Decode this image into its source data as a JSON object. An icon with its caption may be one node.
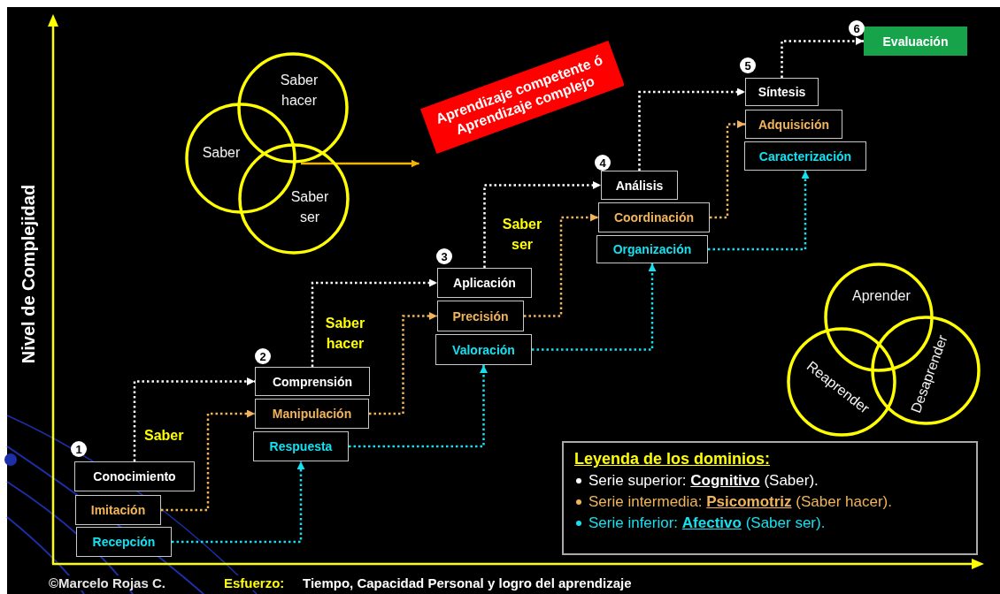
{
  "diagram": {
    "nodes": [
      {
        "text": [
          "Conocimiento"
        ],
        "beside": [
          "1"
        ]
      },
      {
        "text": [
          "Imitación"
        ]
      },
      {
        "text": [
          "Recepción"
        ]
      },
      {
        "text": [
          "Comprensión"
        ],
        "beside": [
          "2"
        ]
      },
      {
        "text": [
          "Manipulación"
        ]
      },
      {
        "text": [
          "Respuesta"
        ]
      },
      {
        "text": [
          "Aplicación"
        ],
        "beside": [
          "3"
        ]
      },
      {
        "text": [
          "Precisión"
        ]
      },
      {
        "text": [
          "Valoración"
        ]
      },
      {
        "text": [
          "Análisis"
        ],
        "beside": [
          "4"
        ]
      },
      {
        "text": [
          "Coordinación"
        ]
      },
      {
        "text": [
          "Organización"
        ]
      },
      {
        "text": [
          "Síntesis"
        ],
        "beside": [
          "5"
        ]
      },
      {
        "text": [
          "Adquisición"
        ]
      },
      {
        "text": [
          "Caracterización"
        ]
      },
      {
        "text": [
          "Evaluación"
        ],
        "beside": [
          "6"
        ]
      },
      {
        "text": [
          "Saber"
        ]
      },
      {
        "text": [
          "Saber hacer"
        ]
      },
      {
        "text": [
          "Saber ser"
        ]
      },
      {
        "text": [
          "Aprendizaje competente ó Aprendizaje complejo"
        ]
      },
      {
        "text": [
          "Aprender"
        ]
      },
      {
        "text": [
          "Reaprender"
        ]
      },
      {
        "text": [
          "Desaprender"
        ]
      }
    ],
    "edges": [
      {
        "from": 0,
        "to": 3,
        "arrow": "to",
        "style": "dashed"
      },
      {
        "from": 1,
        "to": 4,
        "arrow": "to",
        "style": "dashed",
        "color": "#f2b45a"
      },
      {
        "from": 2,
        "to": 5,
        "arrow": "to",
        "style": "dashed",
        "color": "#14e0f0"
      },
      {
        "from": 3,
        "to": 6,
        "arrow": "to",
        "style": "dashed"
      },
      {
        "from": 4,
        "to": 7,
        "arrow": "to",
        "style": "dashed",
        "color": "#f2b45a"
      },
      {
        "from": 5,
        "to": 8,
        "arrow": "to",
        "style": "dashed",
        "color": "#14e0f0"
      },
      {
        "from": 6,
        "to": 9,
        "arrow": "to",
        "style": "dashed"
      },
      {
        "from": 7,
        "to": 10,
        "arrow": "to",
        "style": "dashed",
        "color": "#f2b45a"
      },
      {
        "from": 8,
        "to": 11,
        "arrow": "to",
        "style": "dashed",
        "color": "#14e0f0"
      },
      {
        "from": 9,
        "to": 12,
        "arrow": "to",
        "style": "dashed"
      },
      {
        "from": 10,
        "to": 13,
        "arrow": "to",
        "style": "dashed",
        "color": "#f2b45a"
      },
      {
        "from": 11,
        "to": 14,
        "arrow": "to",
        "style": "dashed",
        "color": "#14e0f0"
      },
      {
        "from": 12,
        "to": 15,
        "arrow": "to",
        "style": "dashed"
      },
      {
        "from": 18,
        "to": 19,
        "arrow": "to",
        "color": "#f5b400"
      }
    ],
    "labels": [
      "Saber ser",
      "Saber hacer",
      "Saber",
      "Nivel de Complejidad",
      "Leyenda de los dominios:",
      "©Marcelo Rojas C.",
      "Esfuerzo:",
      "Tiempo, Capacidad Personal y logro del aprendizaje"
    ],
    "legend": [
      {
        "text": "Serie superior: **Cognitivo** (Saber).",
        "color": "#ffffff"
      },
      {
        "text": "Serie intermedia: **Psicomotriz** (Saber hacer).",
        "color": "#f2b45a"
      },
      {
        "text": "Serie inferior: **Afectivo** (Saber ser).",
        "color": "#14e0f0"
      }
    ]
  }
}
